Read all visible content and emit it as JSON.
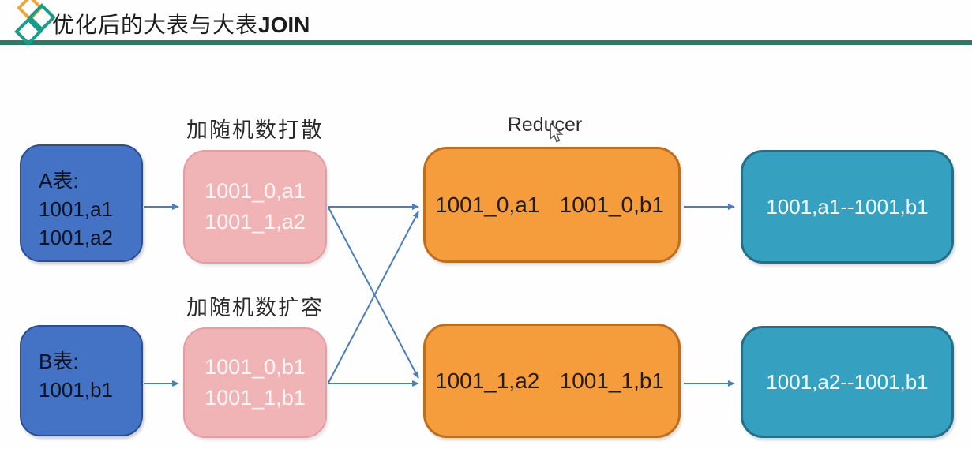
{
  "header": {
    "title_zh": "优化后的大表与大表",
    "title_en": "JOIN"
  },
  "labels": {
    "scatter": "加随机数打散",
    "expand": "加随机数扩容",
    "reducer": "Reducer"
  },
  "table_a": {
    "title": "A表:",
    "rows": [
      "1001,a1",
      "1001,a2"
    ]
  },
  "table_b": {
    "title": "B表:",
    "rows": [
      "1001,b1"
    ]
  },
  "scatter_box": {
    "rows": [
      "1001_0,a1",
      "1001_1,a2"
    ]
  },
  "expand_box": {
    "rows": [
      "1001_0,b1",
      "1001_1,b1"
    ]
  },
  "reducer_0": {
    "left": "1001_0,a1",
    "right": "1001_0,b1"
  },
  "reducer_1": {
    "left": "1001_1,a2",
    "right": "1001_1,b1"
  },
  "result_0": "1001,a1--1001,b1",
  "result_1": "1001,a2--1001,b1",
  "colors": {
    "accent_line": "#2c7a63",
    "logo_orange": "#f0a63f",
    "logo_teal": "#199c8a",
    "source_fill": "#4472c4",
    "staging_fill": "#f0b4b7",
    "reducer_fill": "#f59d3d",
    "result_fill": "#35a0c0",
    "arrow": "#4a7ebc"
  }
}
